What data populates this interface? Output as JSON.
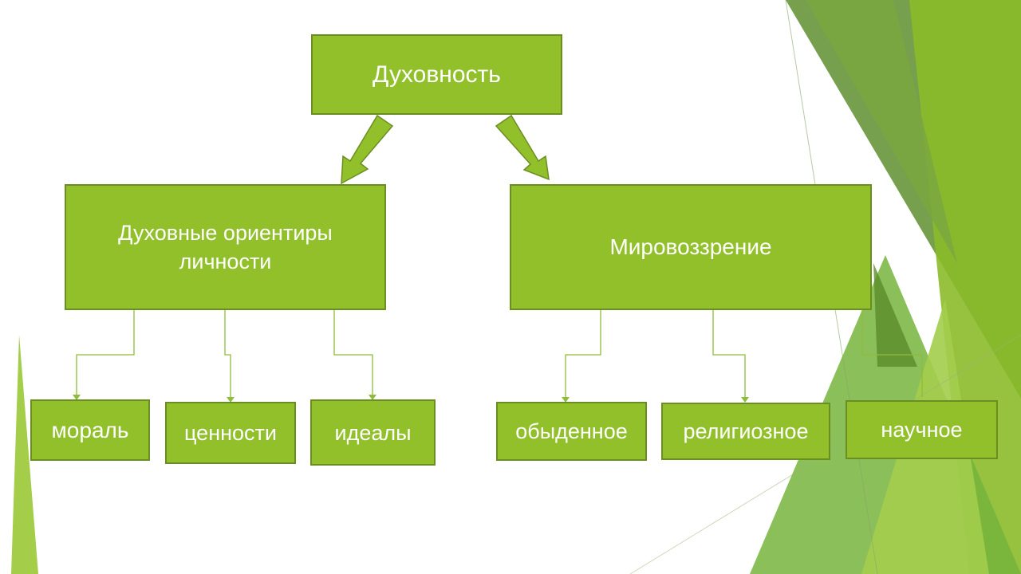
{
  "colors": {
    "box_fill": "#92c02b",
    "box_border": "#6b8e23",
    "connector": "#8fbc3a",
    "text": "#ffffff",
    "decor_light": "#a4cd4a",
    "decor_mid": "#7fae2c",
    "decor_dark": "#6b9a45"
  },
  "diagram": {
    "root": {
      "label": "Духовность"
    },
    "branches": [
      {
        "label": "Духовные ориентиры личности",
        "children": [
          "мораль",
          "ценности",
          "идеалы"
        ]
      },
      {
        "label": "Мировоззрение",
        "children": [
          "обыденное",
          "религиозное",
          "научное"
        ]
      }
    ]
  }
}
